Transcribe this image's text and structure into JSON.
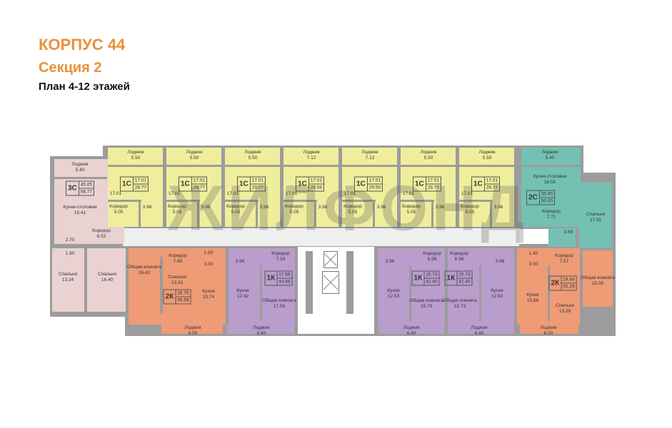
{
  "header": {
    "building": "КОРПУС 44",
    "section": "Секция 2",
    "plan": "План 4-12 этажей"
  },
  "watermark": "ЖИЛФОНД",
  "colors": {
    "one_room_studio": "#f0ee9c",
    "two_room_studio": "#73c1b2",
    "three_room_studio": "#e9d2d1",
    "one_room": "#b99dcc",
    "two_room": "#ee9b76",
    "walls": "#9c9c9c"
  },
  "apartments": [
    {
      "badge": {
        "type": "3С",
        "living": "45.05",
        "total": "58.77"
      },
      "rooms": [
        {
          "name": "Лоджия",
          "value": "5.40"
        },
        {
          "name": "Кухня-столовая",
          "value": "15.41"
        },
        {
          "name": "Коридор",
          "value": "6.52"
        },
        {
          "name": "",
          "value": "2.70"
        },
        {
          "name": "",
          "value": "1.80"
        },
        {
          "name": "Спальня",
          "value": "13.24"
        },
        {
          "name": "Спальня",
          "value": "16.40"
        }
      ]
    },
    {
      "badge": {
        "type": "1С",
        "living": "17.01",
        "total": "28.77"
      },
      "rooms": [
        {
          "name": "Лоджия",
          "value": "5.50"
        },
        {
          "name": "",
          "value": "17.01"
        },
        {
          "name": "Коридор",
          "value": "5.05"
        },
        {
          "name": "",
          "value": "3.96"
        }
      ]
    },
    {
      "badge": {
        "type": "1С",
        "living": "17.01",
        "total": "28.77"
      },
      "rooms": [
        {
          "name": "Лоджия",
          "value": "5.50"
        },
        {
          "name": "",
          "value": "17.01"
        },
        {
          "name": "Коридор",
          "value": "5.05"
        },
        {
          "name": "",
          "value": "3.96"
        }
      ]
    },
    {
      "badge": {
        "type": "1С",
        "living": "17.01",
        "total": "28.77"
      },
      "rooms": [
        {
          "name": "Лоджия",
          "value": "5.50"
        },
        {
          "name": "",
          "value": "17.01"
        },
        {
          "name": "Коридор",
          "value": "5.05"
        },
        {
          "name": "",
          "value": "3.96"
        }
      ]
    },
    {
      "badge": {
        "type": "1С",
        "living": "17.01",
        "total": "29.58"
      },
      "rooms": [
        {
          "name": "Лоджия",
          "value": "7.12"
        },
        {
          "name": "",
          "value": "17.01"
        },
        {
          "name": "Коридор",
          "value": "5.05"
        },
        {
          "name": "",
          "value": "3.96"
        }
      ]
    },
    {
      "badge": {
        "type": "1С",
        "living": "17.01",
        "total": "29.58"
      },
      "rooms": [
        {
          "name": "Лоджия",
          "value": "7.12"
        },
        {
          "name": "",
          "value": "17.01"
        },
        {
          "name": "Коридор",
          "value": "5.05"
        },
        {
          "name": "",
          "value": "3.96"
        }
      ]
    },
    {
      "badge": {
        "type": "1С",
        "living": "17.01",
        "total": "28.77"
      },
      "rooms": [
        {
          "name": "Лоджия",
          "value": "5.50"
        },
        {
          "name": "",
          "value": "17.01"
        },
        {
          "name": "Коридор",
          "value": "5.05"
        },
        {
          "name": "",
          "value": "3.96"
        }
      ]
    },
    {
      "badge": {
        "type": "1С",
        "living": "17.01",
        "total": "28.77"
      },
      "rooms": [
        {
          "name": "Лоджия",
          "value": "5.50"
        },
        {
          "name": "",
          "value": "17.01"
        },
        {
          "name": "Коридор",
          "value": "5.05"
        },
        {
          "name": "",
          "value": "3.96"
        }
      ]
    },
    {
      "badge": {
        "type": "2С",
        "living": "35.90",
        "total": "50.00"
      },
      "rooms": [
        {
          "name": "Лоджия",
          "value": "5.40"
        },
        {
          "name": "Кухня-столовая",
          "value": "18.55"
        },
        {
          "name": "Коридор",
          "value": "7.71"
        },
        {
          "name": "Спальня",
          "value": "17.35"
        },
        {
          "name": "",
          "value": "3.69"
        }
      ]
    },
    {
      "badge": {
        "type": "2К",
        "living": "29.75",
        "total": "55.59"
      },
      "rooms": [
        {
          "name": "Общая комната",
          "value": "16.42"
        },
        {
          "name": "Коридор",
          "value": "7.60"
        },
        {
          "name": "",
          "value": "1.50"
        },
        {
          "name": "",
          "value": "3.00"
        },
        {
          "name": "Спальня",
          "value": "13.33"
        },
        {
          "name": "Кухня",
          "value": "10.74"
        },
        {
          "name": "Лоджия",
          "value": "6.00"
        }
      ]
    },
    {
      "badge": {
        "type": "1К",
        "living": "17.56",
        "total": "44.68"
      },
      "rooms": [
        {
          "name": "",
          "value": "3.96"
        },
        {
          "name": "Коридор",
          "value": "7.54"
        },
        {
          "name": "Кухня",
          "value": "12.42"
        },
        {
          "name": "Общая комната",
          "value": "17.56"
        },
        {
          "name": "Лоджия",
          "value": "6.40"
        }
      ]
    },
    {
      "badge": {
        "type": "1К",
        "living": "15.73",
        "total": "42.40"
      },
      "rooms": [
        {
          "name": "",
          "value": "3.96"
        },
        {
          "name": "Коридор",
          "value": "6.98"
        },
        {
          "name": "Кухня",
          "value": "12.53"
        },
        {
          "name": "Общая комната",
          "value": "15.73"
        },
        {
          "name": "Лоджия",
          "value": "6.40"
        }
      ]
    },
    {
      "badge": {
        "type": "1К",
        "living": "15.73",
        "total": "42.40"
      },
      "rooms": [
        {
          "name": "Коридор",
          "value": "6.98"
        },
        {
          "name": "Общая комната",
          "value": "15.73"
        },
        {
          "name": "",
          "value": "3.96"
        },
        {
          "name": "Кухня",
          "value": "12.53"
        },
        {
          "name": "Лоджия",
          "value": "6.40"
        }
      ]
    },
    {
      "badge": {
        "type": "2К",
        "living": "29.64",
        "total": "55.29"
      },
      "rooms": [
        {
          "name": "",
          "value": "1.40"
        },
        {
          "name": "",
          "value": "3.00"
        },
        {
          "name": "Коридор",
          "value": "7.57"
        },
        {
          "name": "Кухня",
          "value": "10.68"
        },
        {
          "name": "Спальня",
          "value": "13.29"
        },
        {
          "name": "Лоджия",
          "value": "6.00"
        },
        {
          "name": "Общая комната",
          "value": "16.35"
        }
      ]
    }
  ]
}
